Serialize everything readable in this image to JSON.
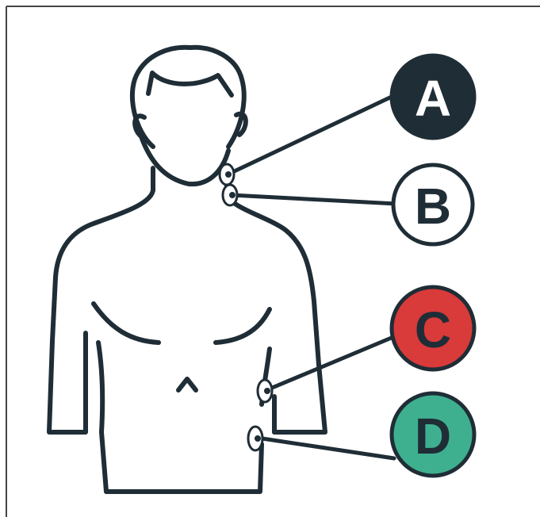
{
  "electrodes": [
    {
      "label": "A",
      "fill": "#1f2d36",
      "text_color": "#ffffff",
      "stroke": "#1f2d36"
    },
    {
      "label": "B",
      "fill": "#ffffff",
      "text_color": "#1f2d36",
      "stroke": "#1f2d36"
    },
    {
      "label": "C",
      "fill": "#d93a3a",
      "text_color": "#1f2d36",
      "stroke": "#1f2d36"
    },
    {
      "label": "D",
      "fill": "#3fb08f",
      "text_color": "#1f2d36",
      "stroke": "#1f2d36"
    }
  ],
  "colors": {
    "outline": "#1f2d36",
    "background": "#ffffff",
    "frame": "#444444"
  }
}
